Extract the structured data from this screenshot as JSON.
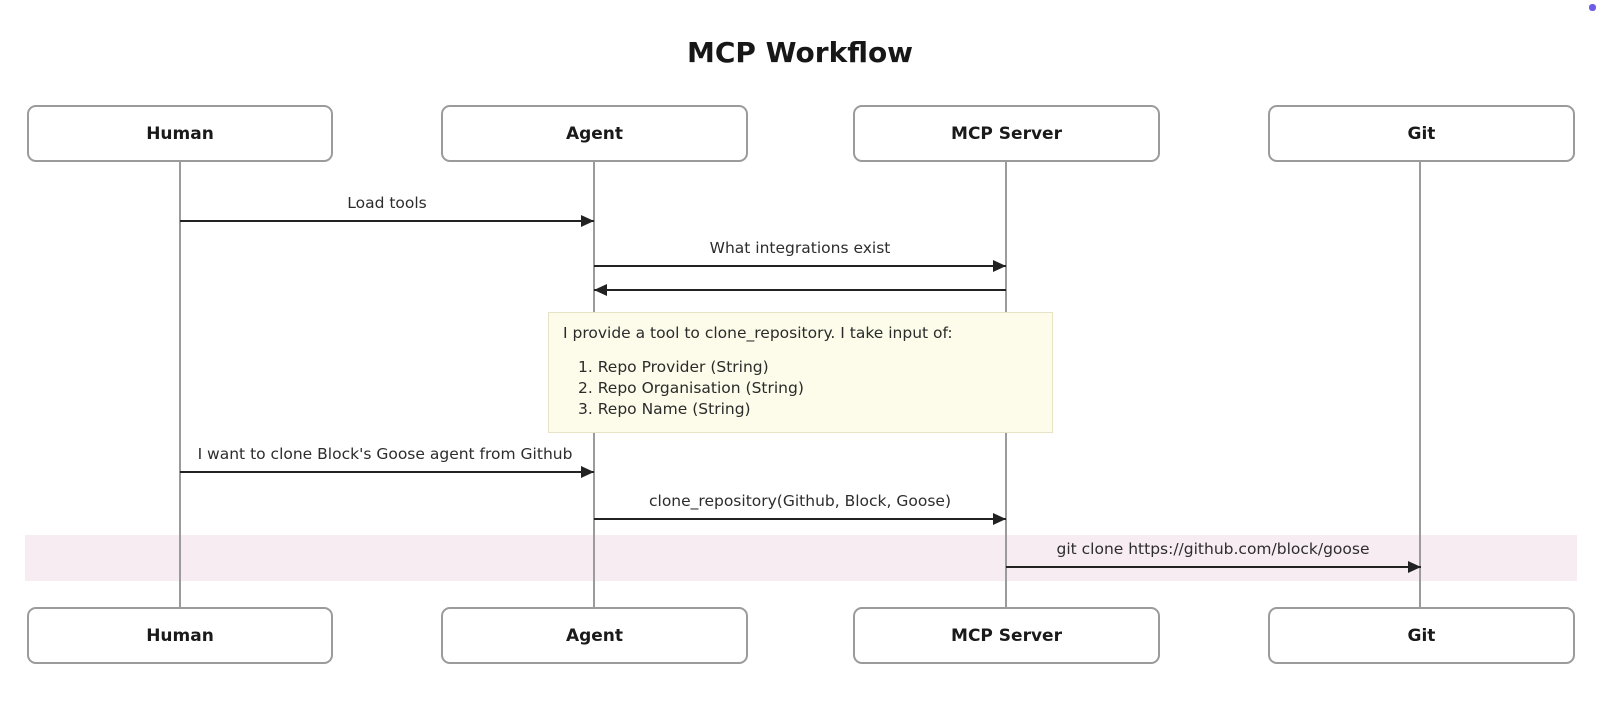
{
  "title": "MCP Workflow",
  "diagram_type": "sequence",
  "actors": [
    {
      "name": "Human"
    },
    {
      "name": "Agent"
    },
    {
      "name": "MCP Server"
    },
    {
      "name": "Git"
    }
  ],
  "messages": [
    {
      "label": "Load tools",
      "from": "Human",
      "to": "Agent",
      "style": "solid-arrow"
    },
    {
      "label": "What integrations exist",
      "from": "Agent",
      "to": "MCP Server",
      "style": "solid-arrow"
    },
    {
      "label": "",
      "from": "MCP Server",
      "to": "Agent",
      "style": "solid-arrow"
    },
    {
      "label": "I want to clone Block's Goose agent from Github",
      "from": "Human",
      "to": "Agent",
      "style": "solid-arrow"
    },
    {
      "label": "clone_repository(Github, Block, Goose)",
      "from": "Agent",
      "to": "MCP Server",
      "style": "solid-arrow"
    },
    {
      "label": "git clone https://github.com/block/goose",
      "from": "MCP Server",
      "to": "Git",
      "style": "solid-arrow",
      "highlighted": true
    }
  ],
  "note": {
    "over": [
      "Agent",
      "MCP Server"
    ],
    "intro": "I provide a tool to clone_repository. I take input of:",
    "items": [
      "1. Repo Provider (String)",
      "2. Repo Organisation (String)",
      "3. Repo Name (String)"
    ]
  },
  "colors": {
    "note_background": "#fdfcea",
    "note_border": "#e7e3c6",
    "highlight_band": "#f7ecf2",
    "lifeline": "#9b9b9b",
    "actor_border": "#9b9b9b",
    "arrow": "#222222",
    "corner_dot": "#6d5ce8"
  }
}
